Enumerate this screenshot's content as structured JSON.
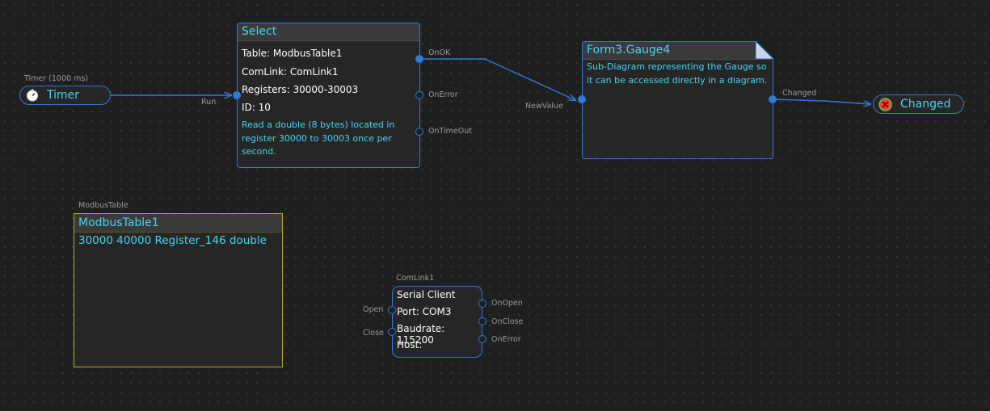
{
  "timer": {
    "caption": "Timer (1000 ms)",
    "label": "Timer",
    "icon": "stopwatch-icon"
  },
  "select": {
    "title": "Select",
    "table": "Table: ModbusTable1",
    "comlink": "ComLink: ComLink1",
    "registers": "Registers: 30000-30003",
    "id": "ID: 10",
    "description": "Read a double (8 bytes) located in register 30000 to 30003 once per second.",
    "inputs": {
      "run": "Run"
    },
    "outputs": {
      "ok": "OnOK",
      "error": "OnError",
      "timeout": "OnTimeOut"
    }
  },
  "gauge": {
    "title": "Form3.Gauge4",
    "description": "Sub-Diagram representing the Gauge so it can be accessed directly in a diagram.",
    "inputs": {
      "new_value": "NewValue"
    },
    "outputs": {
      "changed": "Changed"
    }
  },
  "changed_event": {
    "label": "Changed",
    "icon": "stop-circle-icon"
  },
  "modbus_table": {
    "caption": "ModbusTable",
    "title": "ModbusTable1",
    "row": "30000 40000 Register_146 double"
  },
  "comlink": {
    "caption": "ComLink1",
    "type": "Serial Client",
    "port": "Port: COM3",
    "baudrate": "Baudrate: 115200",
    "host": "Host:",
    "inputs": {
      "open": "Open",
      "close": "Close"
    },
    "outputs": {
      "open": "OnOpen",
      "close": "OnClose",
      "error": "OnError"
    }
  },
  "colors": {
    "background": "#1f1f1f",
    "wire": "#2f7ad8",
    "accent_text": "#46d6f0",
    "table_border": "#b2aa2c",
    "stop_icon": "#ff3b3b"
  }
}
